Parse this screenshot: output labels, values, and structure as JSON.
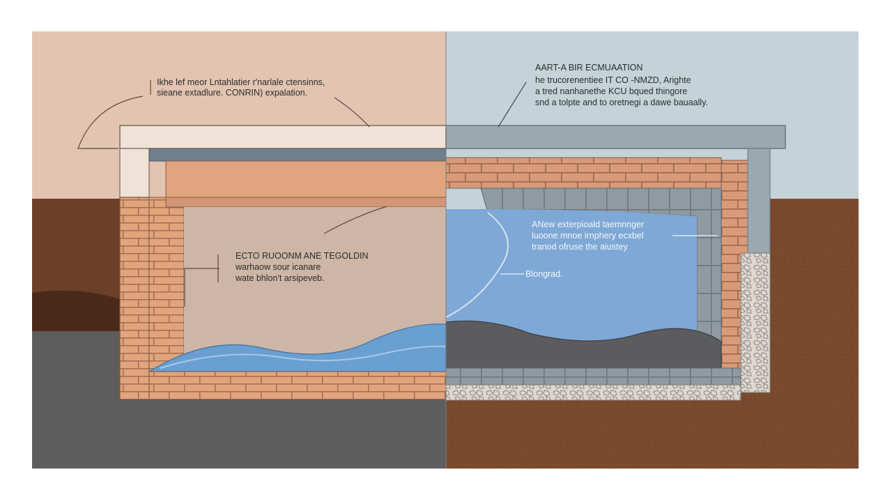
{
  "colors": {
    "left_sky": "#e2c4b1",
    "right_sky": "#c5d3d9",
    "left_soil": "#6b3f28",
    "right_soil": "#7a4a2f",
    "left_ground": "#5d5d5d",
    "brick": "#e2a47c",
    "brick_shade": "#c98a63",
    "mortar": "#9a6a50",
    "concrete_cap": "#9aa8b0",
    "water_left": "#6a9fd2",
    "water_right": "#7ea8d6",
    "left_interior": "#cdb6a6",
    "gravel": "#d9d6cf",
    "dark_fill": "#5c5c5e",
    "label_line": "#5a4a40"
  },
  "labels": {
    "top_left": {
      "line1": "Ikhe lef meor Lntahlatier r'narlale ctensinns,",
      "line2": "sieane extadlure. CONRIN) expalation."
    },
    "top_right": {
      "title": "AART-A BIR ECMUAATION",
      "line1": "he trucorenentiee IT CO -NMZD, Arighte",
      "line2": "a tred nanhanethe KCU bqued thingore",
      "line3": "snd a tolpte and to oretnegi a dawe bauaally."
    },
    "left_interior": {
      "line1": "ECTO RUOONM ANE TEGOLDIN",
      "line2": "warhaow sour icanare",
      "line3": "wate bhlon't arsipeveb."
    },
    "right_interior": {
      "line1": "ANew exterpioald taemnnger",
      "line2": "luoone mnoe irnphery ecxbel",
      "line3": "tranod ofruse the aiustey"
    },
    "right_arrow": "Blongrad."
  }
}
